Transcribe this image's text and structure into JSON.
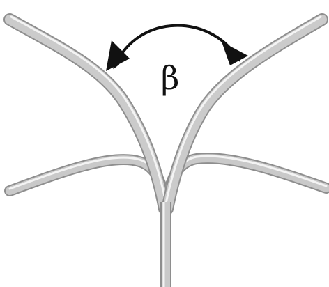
{
  "diagram": {
    "angle_label": "β",
    "colors": {
      "tube_edge": "#8e8e8e",
      "tube_body": "#c9c9c9",
      "tube_highlight": "#f4f4f4",
      "arrow": "#111111",
      "background": "#ffffff"
    },
    "elements": [
      "stem-tube",
      "upper-left-branch-tube",
      "upper-right-branch-tube",
      "lower-left-branch-tube",
      "lower-right-branch-tube",
      "double-headed-angle-arrow"
    ]
  }
}
